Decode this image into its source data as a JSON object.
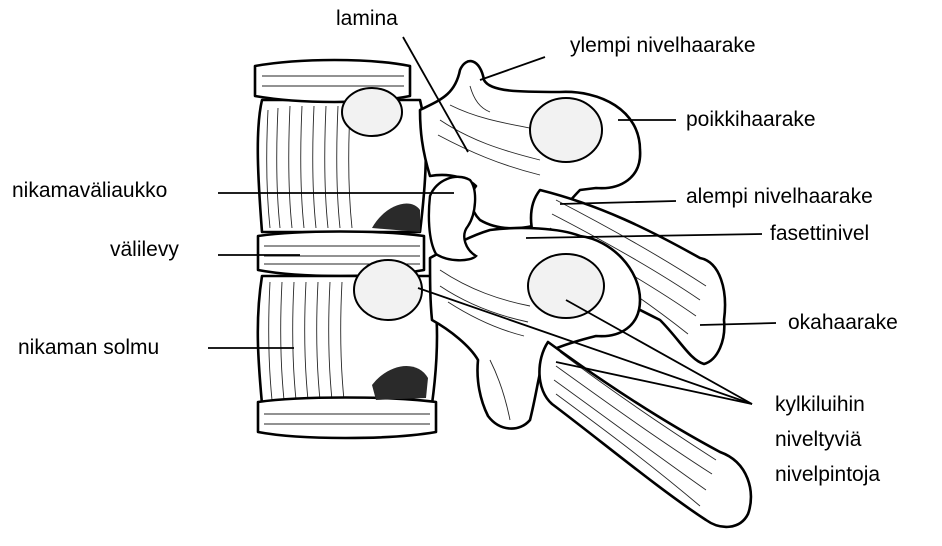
{
  "labels": {
    "lamina": "lamina",
    "ylempi_nivelhaarake": "ylempi nivelhaarake",
    "poikkihaarake": "poikkihaarake",
    "nikamavaliaukko": "nikamaväliaukko",
    "alempi_nivelhaarake": "alempi nivelhaarake",
    "fasettinivel": "fasettinivel",
    "valilevy": "välilevy",
    "okahaarake": "okahaarake",
    "nikaman_solmu": "nikaman solmu",
    "kylkiluihin_1": "kylkiluihin",
    "kylkiluihin_2": "niveltyviä",
    "kylkiluihin_3": "nivelpintoja"
  },
  "colors": {
    "ink": "#000000",
    "paper": "#ffffff"
  }
}
